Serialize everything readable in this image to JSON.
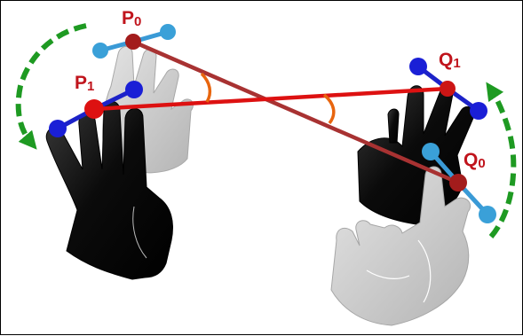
{
  "labels": {
    "p0": {
      "letter": "P",
      "sub": "0"
    },
    "p1": {
      "letter": "P",
      "sub": "1"
    },
    "q0": {
      "letter": "Q",
      "sub": "0"
    },
    "q1": {
      "letter": "Q",
      "sub": "1"
    }
  },
  "colors": {
    "label": "#c0141c",
    "connector_p0_q0": "#a83232",
    "connector_p1_q1": "#dd1111",
    "angle_arc": "#e8650e",
    "rotation_arrow": "#1e9a22",
    "joint_dark": "#1a1fd6",
    "joint_light": "#3aa0d8",
    "bone_dark": "#1c22c8",
    "bone_light": "#3a9ad6",
    "point_marker": "#a31c1c",
    "hand_dark": "#111111",
    "hand_light": "#c9c9c9"
  },
  "icons": [
    "dark-hand-icon",
    "ghost-hand-icon",
    "rotation-arrow-icon"
  ]
}
